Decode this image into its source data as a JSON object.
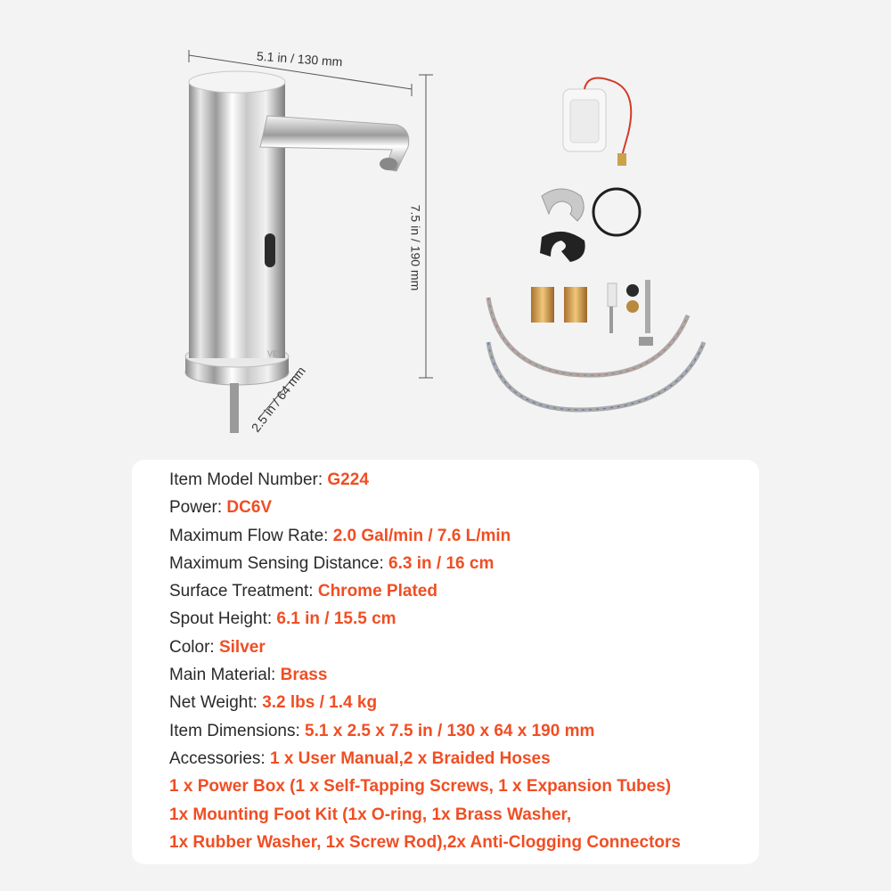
{
  "colors": {
    "background": "#f3f3f3",
    "card": "#ffffff",
    "accent": "#f04e23",
    "text": "#2a2a2a"
  },
  "product": {
    "brand_mark": "VEV",
    "dimensions": {
      "width": "5.1 in / 130 mm",
      "height": "7.5 in / 190 mm",
      "depth": "2.5 in / 64 mm"
    }
  },
  "specs": [
    {
      "label": "Item Model Number: ",
      "value": "G224"
    },
    {
      "label": "Power: ",
      "value": "DC6V"
    },
    {
      "label": "Maximum Flow Rate: ",
      "value": "2.0 Gal/min / 7.6 L/min"
    },
    {
      "label": "Maximum Sensing Distance: ",
      "value": "6.3 in / 16 cm"
    },
    {
      "label": "Surface Treatment: ",
      "value": "Chrome Plated"
    },
    {
      "label": "Spout Height: ",
      "value": "6.1 in / 15.5 cm"
    },
    {
      "label": "Color: ",
      "value": "Silver"
    },
    {
      "label": "Main Material: ",
      "value": "Brass"
    },
    {
      "label": "Net Weight: ",
      "value": "3.2 lbs / 1.4 kg"
    },
    {
      "label": "Item Dimensions: ",
      "value": "5.1 x 2.5 x 7.5 in / 130 x 64 x 190 mm"
    },
    {
      "label": "Accessories: ",
      "value": "1 x User Manual,2 x Braided Hoses"
    }
  ],
  "accessory_lines": [
    "1 x Power Box (1 x Self-Tapping Screws, 1 x Expansion Tubes)",
    "1x Mounting Foot Kit (1x O-ring, 1x Brass Washer,",
    "1x Rubber Washer, 1x Screw Rod),2x Anti-Clogging Connectors"
  ]
}
